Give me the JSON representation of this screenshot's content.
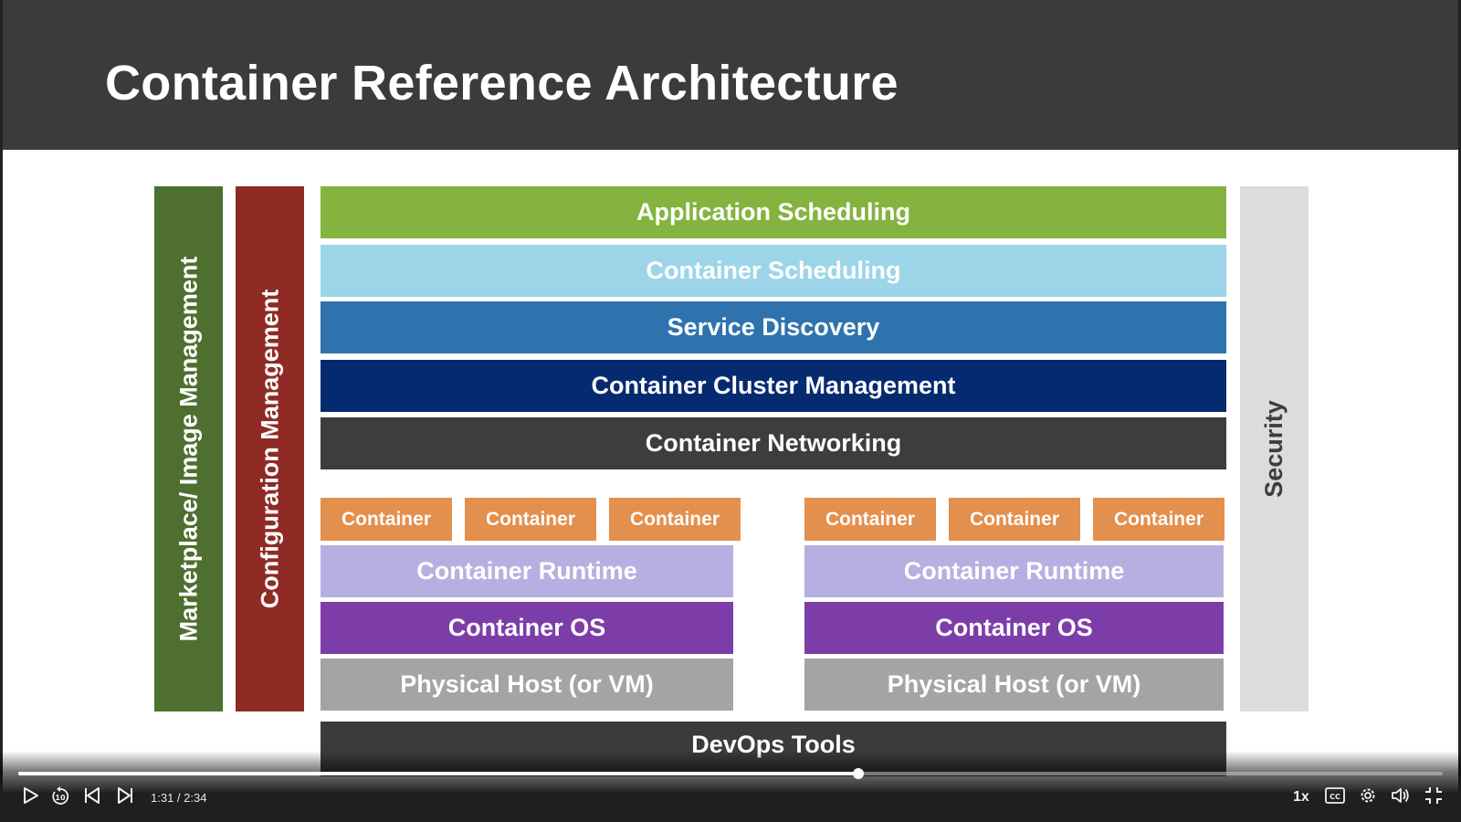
{
  "slide": {
    "title": "Container Reference Architecture",
    "left_columns": [
      {
        "label": "Marketplace/ Image Management",
        "color": "#4e6f2f"
      },
      {
        "label": "Configuration Management",
        "color": "#8f2a24"
      }
    ],
    "right_column": {
      "label": "Security",
      "color": "#dcdcdc"
    },
    "layers": [
      {
        "label": "Application Scheduling",
        "color": "#84b33f"
      },
      {
        "label": "Container Scheduling",
        "color": "#9dd5e8"
      },
      {
        "label": "Service Discovery",
        "color": "#2e73ae"
      },
      {
        "label": "Container Cluster Management",
        "color": "#062a6f"
      },
      {
        "label": "Container Networking",
        "color": "#3d3d3d"
      }
    ],
    "hosts": [
      {
        "containers": [
          "Container",
          "Container",
          "Container"
        ],
        "runtime": "Container Runtime",
        "os": "Container OS",
        "physical": "Physical Host (or VM)"
      },
      {
        "containers": [
          "Container",
          "Container",
          "Container"
        ],
        "runtime": "Container Runtime",
        "os": "Container OS",
        "physical": "Physical Host (or VM)"
      }
    ],
    "bottom_layer": "DevOps Tools",
    "colors": {
      "container": "#e38f4d",
      "runtime": "#b6b0e2",
      "os": "#7d3da8",
      "physical": "#a4a4a4",
      "devops": "#3a3b3d"
    }
  },
  "player": {
    "current_time": "1:31",
    "total_time": "2:34",
    "time_display": "1:31 / 2:34",
    "progress": 0.59,
    "speed": "1x",
    "icons": [
      "play-icon",
      "replay-10-icon",
      "previous-icon",
      "next-icon",
      "captions-icon",
      "settings-icon",
      "volume-icon",
      "exit-fullscreen-icon"
    ]
  }
}
